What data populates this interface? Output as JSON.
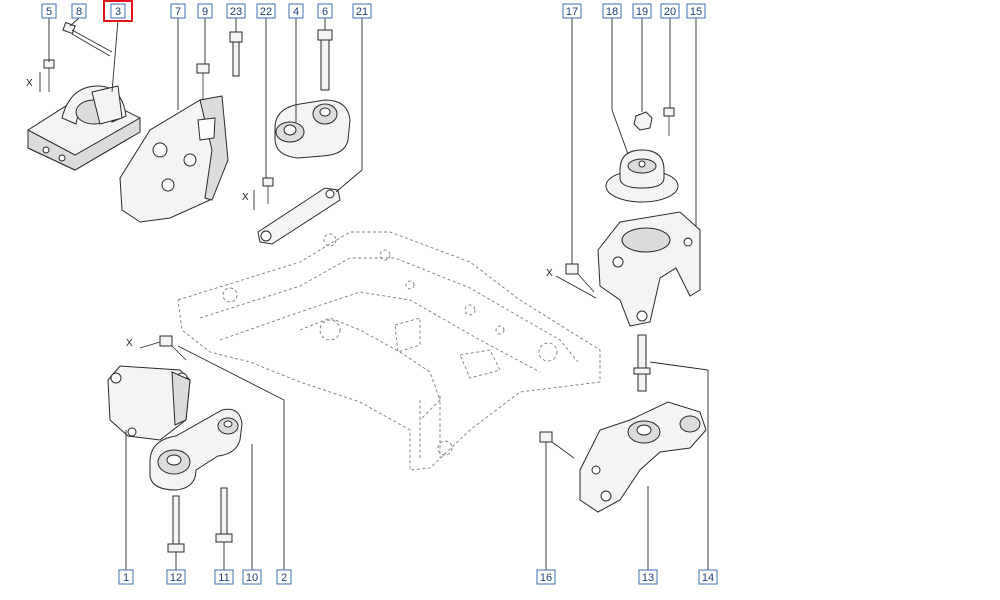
{
  "diagram": {
    "highlight_color": "#e0141b",
    "label_color": "#1c3f7a",
    "callouts": [
      {
        "id": "5",
        "text": "5"
      },
      {
        "id": "8",
        "text": "8"
      },
      {
        "id": "3",
        "text": "3",
        "highlighted": true
      },
      {
        "id": "7",
        "text": "7"
      },
      {
        "id": "9",
        "text": "9"
      },
      {
        "id": "23",
        "text": "23"
      },
      {
        "id": "22",
        "text": "22"
      },
      {
        "id": "4",
        "text": "4"
      },
      {
        "id": "6",
        "text": "6"
      },
      {
        "id": "21",
        "text": "21"
      },
      {
        "id": "17",
        "text": "17"
      },
      {
        "id": "18",
        "text": "18"
      },
      {
        "id": "19",
        "text": "19"
      },
      {
        "id": "20",
        "text": "20"
      },
      {
        "id": "15",
        "text": "15"
      },
      {
        "id": "1",
        "text": "1"
      },
      {
        "id": "12",
        "text": "12"
      },
      {
        "id": "11",
        "text": "11"
      },
      {
        "id": "10",
        "text": "10"
      },
      {
        "id": "2",
        "text": "2"
      },
      {
        "id": "16",
        "text": "16"
      },
      {
        "id": "13",
        "text": "13"
      },
      {
        "id": "14",
        "text": "14"
      }
    ],
    "dimension_marks": [
      {
        "id": "x1",
        "text": "X"
      },
      {
        "id": "x2",
        "text": "X"
      },
      {
        "id": "x3",
        "text": "X"
      },
      {
        "id": "x4",
        "text": "X"
      }
    ]
  }
}
